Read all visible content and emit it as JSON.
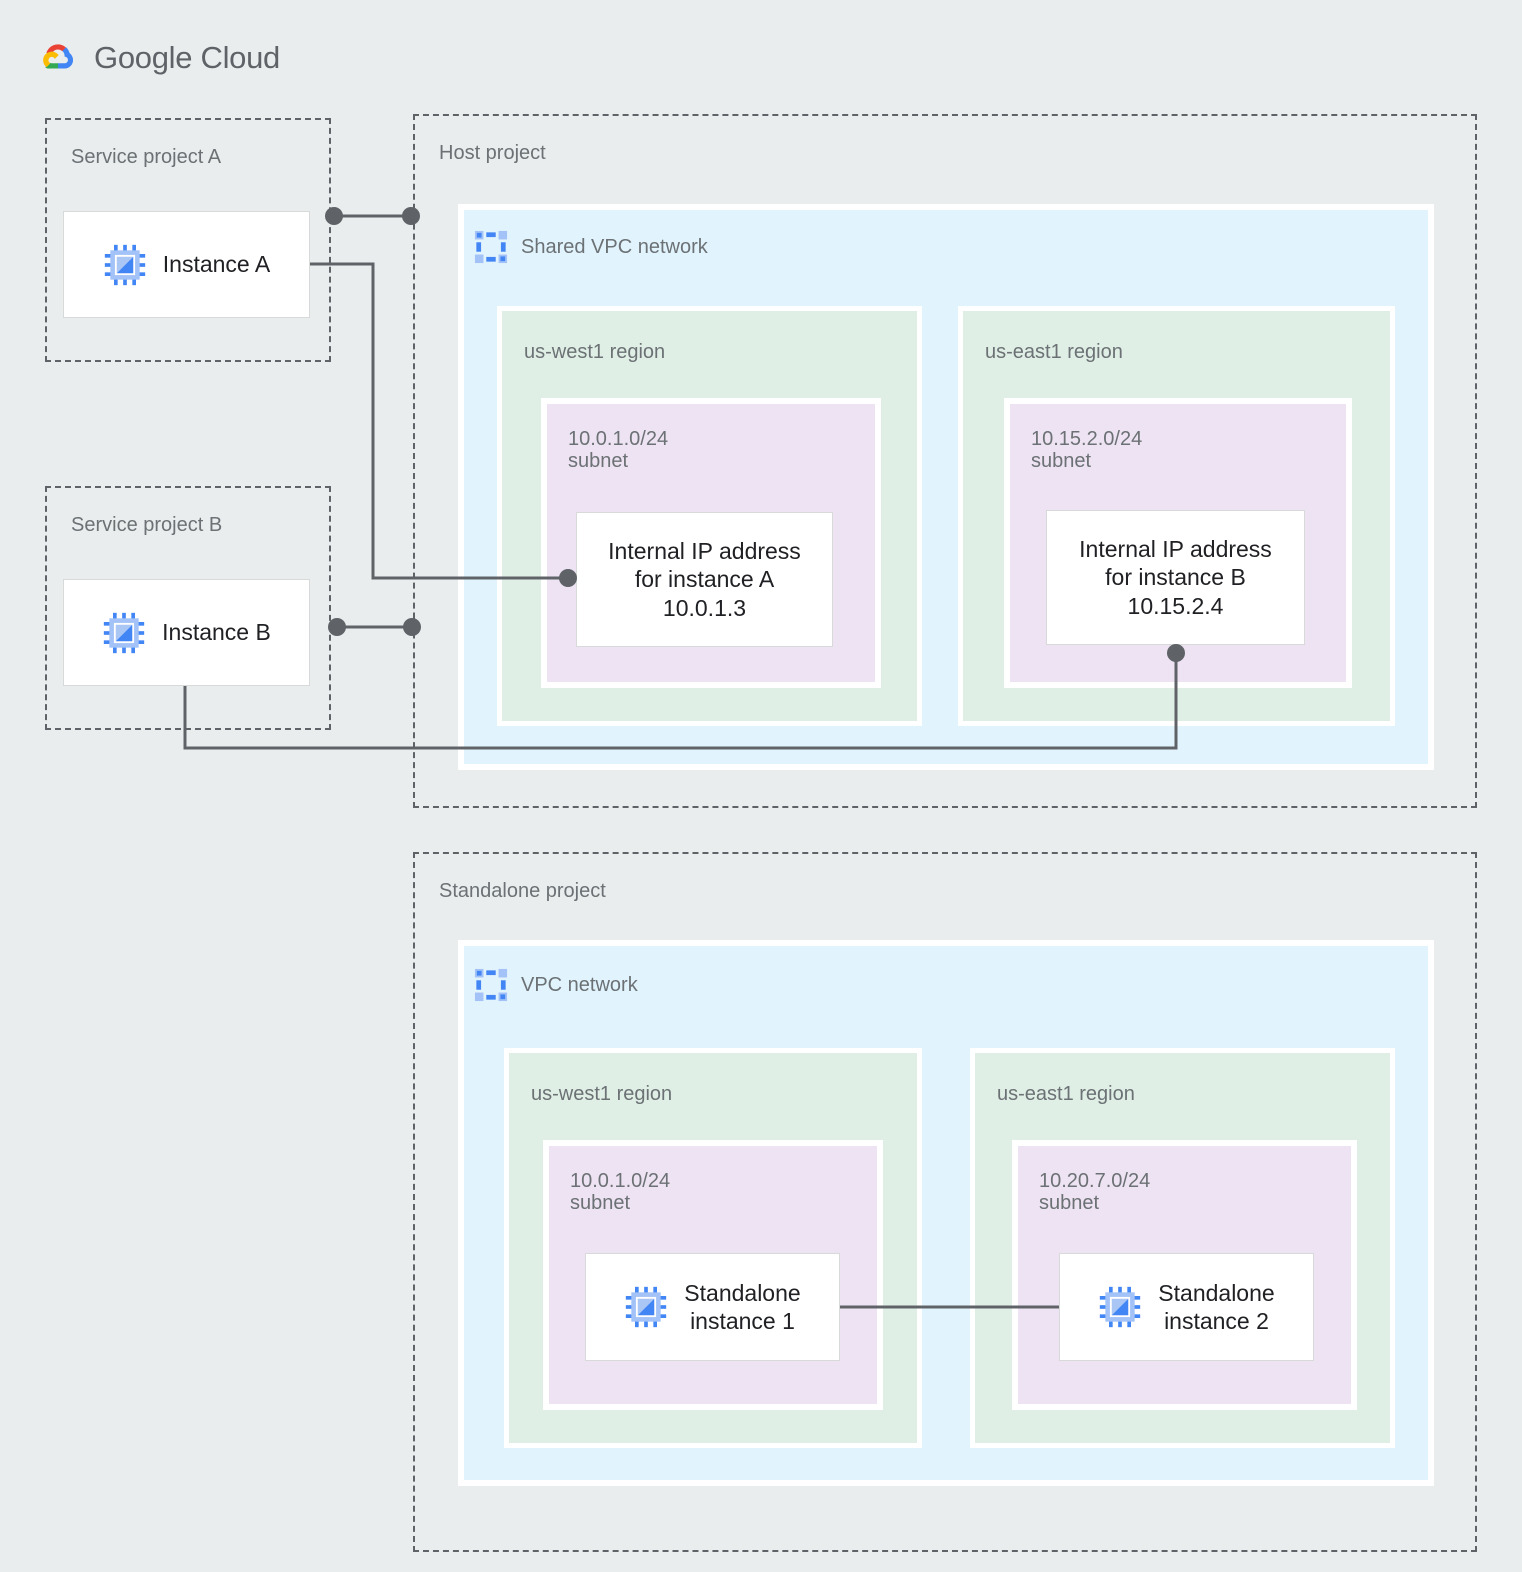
{
  "brand": {
    "logo_icon": "google-cloud-logo-icon",
    "name_bold": "Google",
    "name_light": " Cloud",
    "colors": {
      "red": "#ea4335",
      "blue": "#4285f4",
      "yellow": "#fbbc04",
      "green": "#34a853",
      "text": "#5f6368"
    }
  },
  "palette": {
    "page_background": "#eaeded",
    "project_border": "#5f6368",
    "vpc_background": "#e1f3fd",
    "region_background": "#e0efe6",
    "subnet_background": "#eee3f3",
    "card_background": "#ffffff",
    "card_border": "#d8dada",
    "label_text": "#6b7174",
    "card_text": "#202124",
    "connector": "#5f6368",
    "icon_blue_dark": "#4285f4",
    "icon_blue_light": "#a3c2f7"
  },
  "projects": [
    {
      "id": "service-project-a",
      "label": "Service project A",
      "instance": {
        "label": "Instance A",
        "icon": "vm-instance-icon"
      }
    },
    {
      "id": "service-project-b",
      "label": "Service project B",
      "instance": {
        "label": "Instance B",
        "icon": "vm-instance-icon"
      }
    },
    {
      "id": "host-project",
      "label": "Host project",
      "network": {
        "label": "Shared VPC network",
        "icon": "vpc-network-icon",
        "regions": [
          {
            "label": "us-west1 region",
            "subnet": {
              "cidr_label": "10.0.1.0/24\nsubnet",
              "cidr": "10.0.1.0/24",
              "resource": {
                "text": "Internal IP address\nfor instance A\n10.0.1.3",
                "ip": "10.0.1.3"
              }
            }
          },
          {
            "label": "us-east1 region",
            "subnet": {
              "cidr_label": "10.15.2.0/24\nsubnet",
              "cidr": "10.15.2.0/24",
              "resource": {
                "text": "Internal IP address\nfor instance B\n10.15.2.4",
                "ip": "10.15.2.4"
              }
            }
          }
        ]
      }
    },
    {
      "id": "standalone-project",
      "label": "Standalone project",
      "network": {
        "label": "VPC network",
        "icon": "vpc-network-icon",
        "regions": [
          {
            "label": "us-west1 region",
            "subnet": {
              "cidr_label": "10.0.1.0/24\nsubnet",
              "cidr": "10.0.1.0/24",
              "resource": {
                "text": "Standalone\ninstance 1",
                "icon": "vm-instance-icon"
              }
            }
          },
          {
            "label": "us-east1 region",
            "subnet": {
              "cidr_label": "10.20.7.0/24\nsubnet",
              "cidr": "10.20.7.0/24",
              "resource": {
                "text": "Standalone\ninstance 2",
                "icon": "vm-instance-icon"
              }
            }
          }
        ]
      }
    }
  ],
  "connections": [
    {
      "id": "instance-a-to-host-project",
      "from": "service-project-a",
      "to": "host-project",
      "style": "dot-line-dot"
    },
    {
      "id": "instance-a-to-internal-ip-a",
      "from": "Instance A",
      "to": "Internal IP address for instance A",
      "style": "elbow-dot"
    },
    {
      "id": "instance-b-to-host-project",
      "from": "service-project-b",
      "to": "host-project",
      "style": "dot-line-dot"
    },
    {
      "id": "instance-b-to-internal-ip-b",
      "from": "Instance B",
      "to": "Internal IP address for instance B",
      "style": "elbow-dot"
    },
    {
      "id": "standalone-1-to-standalone-2",
      "from": "Standalone instance 1",
      "to": "Standalone instance 2",
      "style": "line"
    }
  ]
}
